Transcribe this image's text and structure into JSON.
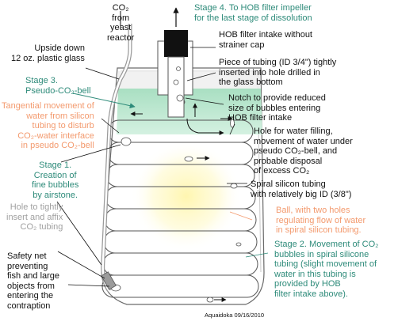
{
  "colors": {
    "teal": "#2e8b7a",
    "orange": "#f39a6e",
    "gray": "#a0a0a0",
    "water": "#b9e7cf",
    "glow": "#fff3a0",
    "black": "#111111"
  },
  "labels": {
    "co2_source": "CO₂\nfrom\nyeast\nreactor",
    "stage4": "Stage 4. To HOB filter impeller\nfor the last stage of dissolution",
    "hob_intake": "HOB filter intake without\nstrainer cap",
    "glass": "Upside down\n12 oz. plastic glass",
    "tubing_insert": "Piece of tubing (ID 3/4\") tightly\ninserted into hole drilled in\nthe glass bottom",
    "stage3": "Stage 3.\nPseudo-CO₂-bell",
    "notch": "Notch to provide reduced\nsize of bubbles entering\nHOB filter intake",
    "tangential": "Tangential movement of\nwater from silicon\ntubing to disturb\nCO₂-water interface\nin pseudo CO₂-bell",
    "hole_filling": "Hole for water filling,\nmovement of water under\npseudo CO₂-bell, and\nprobable disposal\nof excess CO₂",
    "stage1": "Stage 1.\nCreation of\nfine bubbles\nby airstone.",
    "spiral": "Spiral silicon tubing\nwith relatively big ID (3/8\")",
    "hole_affix": "Hole to tightly\ninsert and affix\nCO₂ tubing",
    "ball": "Ball, with two holes\nregulating flow of water\nin spiral silicon tubing.",
    "stage2": "Stage 2. Movement of CO₂\nbubbles in spiral silicone\ntubing (slight movement of\nwater in this tubing is\nprovided by HOB\nfilter intake above).",
    "safety_net": "Safety net\npreventing\nfish and large\nobjects from\nentering the\ncontraption",
    "credit": "Aquaidoka 09/16/2010"
  }
}
